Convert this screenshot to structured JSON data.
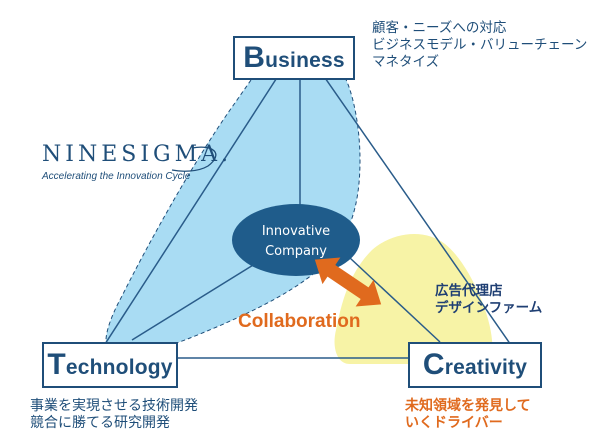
{
  "nodes": {
    "business": {
      "initial": "B",
      "rest": "usiness"
    },
    "technology": {
      "initial": "T",
      "rest": "echnology"
    },
    "creativity": {
      "initial": "C",
      "rest": "reativity"
    }
  },
  "center": {
    "line1": "Innovative",
    "line2": "Company"
  },
  "collaboration": "Collaboration",
  "notes": {
    "business": [
      "顧客・ニーズへの対応",
      "ビジネスモデル・バリューチェーン",
      "マネタイズ"
    ],
    "technology": [
      "事業を実現させる技術開発",
      "競合に勝てる研究開発"
    ],
    "creativity": [
      "未知領域を発見して",
      "いくドライバー"
    ],
    "creativity_side": [
      "広告代理店",
      "デザインファーム"
    ]
  },
  "logo": {
    "wordmark": "NINESIGMA.",
    "tagline": "Accelerating the Innovation Cycle"
  },
  "colors": {
    "navy": "#1f4e79",
    "center_fill": "#1f5c8b",
    "blue_region": "#a9dcf3",
    "yellow_region": "#f7f3a6",
    "arrow": "#e06a1e",
    "line": "#2a5c8a"
  }
}
